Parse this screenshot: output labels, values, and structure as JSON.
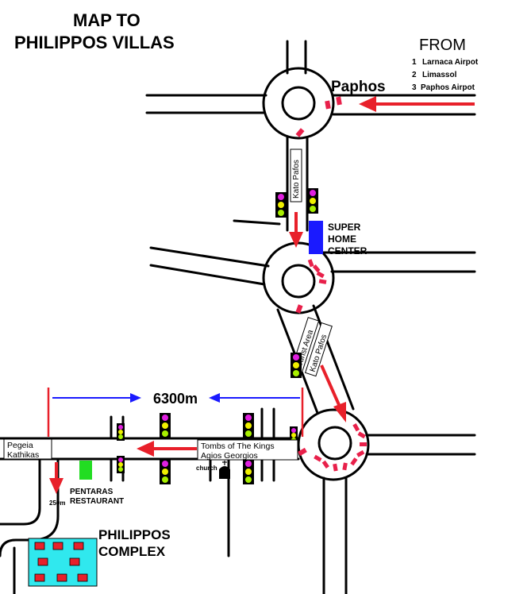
{
  "title": {
    "line1": "MAP TO",
    "line2": "PHILIPPOS  VILLAS"
  },
  "from_legend": {
    "heading": "FROM",
    "items": [
      {
        "num": "1",
        "label": "Larnaca Airpot"
      },
      {
        "num": "2",
        "label": "Limassol"
      },
      {
        "num": "3",
        "label": "Paphos Airpot"
      }
    ]
  },
  "labels": {
    "paphos": "Paphos",
    "kato_pafos": "Kato Pafos",
    "super_home_center": [
      "SUPER",
      "HOME",
      "CENTER"
    ],
    "tourist_area": "Tourist Area",
    "kato_pafos_2": "Kato Pafos",
    "distance": "6300m",
    "tombs": [
      "Tombs of The Kings",
      "Agios Georgios"
    ],
    "pegeia": [
      "Pegeia",
      "Kathikas"
    ],
    "pentaras": [
      "PENTARAS",
      "RESTAURANT"
    ],
    "church": "church",
    "distance_250": "250m",
    "philippos_complex": [
      "PHILIPPOS",
      "COMPLEX"
    ]
  },
  "colors": {
    "arrow_red": "#e8202a",
    "distance_blue": "#1a1aff",
    "roundabout_dash": "#e8204a",
    "super_home_blue": "#1a1aff",
    "pentaras_green": "#22dd22",
    "complex_cyan": "#30e8ee",
    "complex_red": "#e8202a",
    "light_magenta": "#e020e0",
    "light_yellow": "#f0f000",
    "light_green": "#a8f000"
  }
}
